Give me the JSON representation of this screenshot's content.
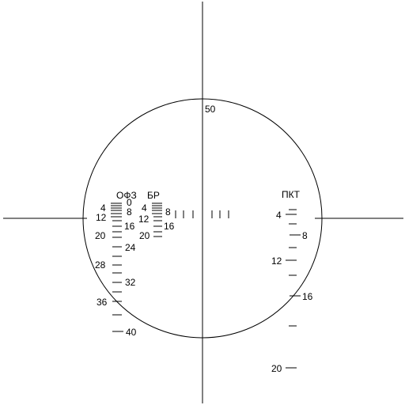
{
  "reticle": {
    "line_color": "#000000",
    "background": "#ffffff",
    "center_label": "50",
    "scales": [
      {
        "key": "ofz",
        "title": "ОФЗ",
        "labels": [
          "0",
          "4",
          "8",
          "12",
          "16",
          "20",
          "24",
          "28",
          "32",
          "36",
          "40"
        ]
      },
      {
        "key": "br",
        "title": "БР",
        "labels": [
          "4",
          "8",
          "12",
          "16",
          "20"
        ]
      },
      {
        "key": "pkt",
        "title": "ПКТ",
        "labels": [
          "4",
          "8",
          "12",
          "16",
          "20"
        ]
      }
    ]
  }
}
